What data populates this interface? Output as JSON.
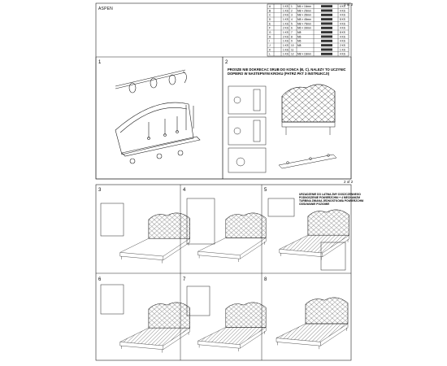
{
  "page1": {
    "title": "ASPEN",
    "page_label": "1 of 2"
  },
  "page2": {
    "page_label": "2 of 2"
  },
  "parts_table": {
    "rows": [
      {
        "id": "A",
        "qty": "1 KS"
      },
      {
        "id": "B",
        "qty": "1 KS"
      },
      {
        "id": "C",
        "qty": "2 KS"
      },
      {
        "id": "D",
        "qty": "1 KS"
      },
      {
        "id": "E",
        "qty": "1 KS"
      },
      {
        "id": "F",
        "qty": "2 KS"
      },
      {
        "id": "G",
        "qty": "1 KS"
      },
      {
        "id": "H",
        "qty": "2 KS"
      },
      {
        "id": "I",
        "qty": "1 KS"
      },
      {
        "id": "J",
        "qty": "1 KS"
      },
      {
        "id": "K",
        "qty": "1 KS"
      },
      {
        "id": "L",
        "qty": "1 KS"
      }
    ],
    "hardware": [
      {
        "id": "1",
        "desc": "M6 × 16mm",
        "qty": "4 KS"
      },
      {
        "id": "2",
        "desc": "M8 × 25mm",
        "qty": "4 KS"
      },
      {
        "id": "3",
        "desc": "M8 × 35mm",
        "qty": "4 KS"
      },
      {
        "id": "4",
        "desc": "M8 × 45mm",
        "qty": "8 KS"
      },
      {
        "id": "5",
        "desc": "M8 × 75mm",
        "qty": "4 KS"
      },
      {
        "id": "6",
        "desc": "M6 × 30mm",
        "qty": "4 KS"
      },
      {
        "id": "7",
        "desc": "M8",
        "qty": "8 KS"
      },
      {
        "id": "8",
        "desc": "M6",
        "qty": "4 KS"
      },
      {
        "id": "9",
        "desc": "M6",
        "qty": "4 KS"
      },
      {
        "id": "10",
        "desc": "M8",
        "qty": "2 KS"
      },
      {
        "id": "11",
        "desc": "",
        "qty": "1 KS"
      },
      {
        "id": "12",
        "desc": "M8 × 16mm",
        "qty": "4 KS"
      }
    ]
  },
  "steps": {
    "s1": "1",
    "s2": "2",
    "s3": "3",
    "s4": "4",
    "s5": "5",
    "s6": "6",
    "s7": "7",
    "s8": "8"
  },
  "notes": {
    "step2": [
      "PROSZE NIE DOKRECAC SRUB DO KONCA (B, C). NALEZY TO UCZYNIC",
      "DOPIERO W NASTEPNYM KROKU (PATRZ PKT 3 INSTRUKCJI)"
    ],
    "step5": [
      "URZADZENIE DO LATWA ZMY DOSZCZENNEGO",
      "PODNOSZENIE POWIERZCHNI + 4 MECHANIZM",
      "TURBINA ZMIANA JEDNOSTKOWA POWIERZCHNI",
      "ODSUWANIE POZIOMIE"
    ]
  },
  "labels": {
    "a": "A",
    "b": "B",
    "c": "C",
    "d": "D",
    "e": "E",
    "f": "F",
    "g": "G",
    "h": "H",
    "i": "I",
    "j": "J",
    "k": "K",
    "l": "L"
  }
}
